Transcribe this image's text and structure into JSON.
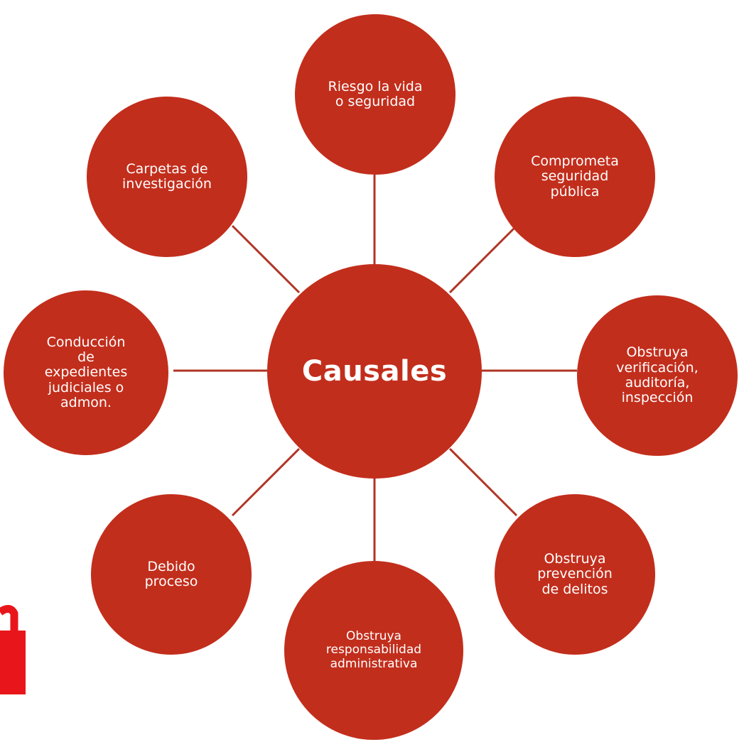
{
  "diagram": {
    "center": {
      "label": "Causales"
    },
    "nodes": [
      {
        "id": "riesgo-vida",
        "label": "Riesgo la vida o seguridad"
      },
      {
        "id": "comprometa-seguridad",
        "label": "Comprometa seguridad pública"
      },
      {
        "id": "obstruya-verificacion",
        "label": "Obstruya verificación, auditoría, inspección"
      },
      {
        "id": "obstruya-prevencion",
        "label": "Obstruya prevención de delitos"
      },
      {
        "id": "obstruya-responsabilidad",
        "label": "Obstruya responsabilidad administrativa"
      },
      {
        "id": "debido-proceso",
        "label": "Debido proceso"
      },
      {
        "id": "conduccion-expedientes",
        "label": "Conducción de expedientes judiciales o admon."
      },
      {
        "id": "carpetas-investigacion",
        "label": "Carpetas de investigación"
      }
    ]
  },
  "colors": {
    "node_fill": "#c22e1c",
    "connector": "#b03525",
    "text": "#ffffff",
    "lock_icon": "#e8161b"
  },
  "icons": {
    "partial_left_edge": "lock-icon"
  }
}
